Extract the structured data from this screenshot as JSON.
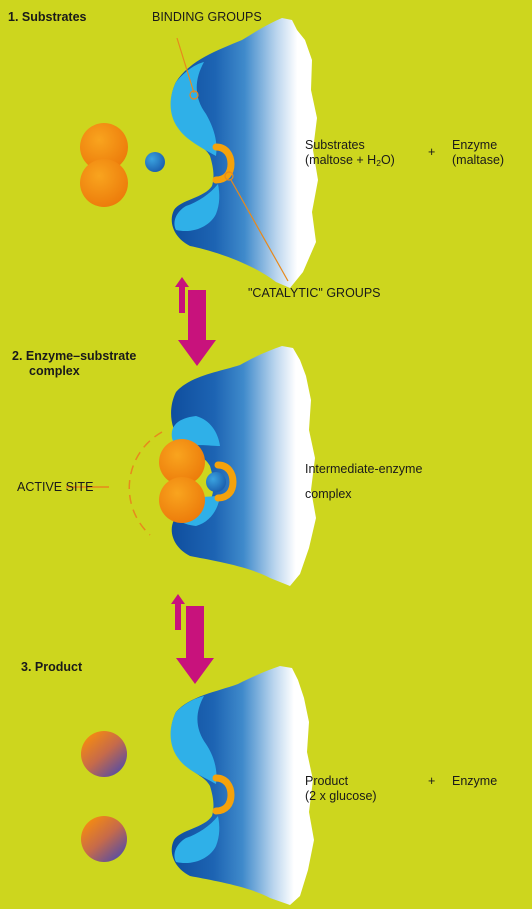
{
  "colors": {
    "background": "#cdd61e",
    "enzyme_blue": "#1d64b3",
    "pocket_cyan": "#2fb0e8",
    "substrate_orange": "#f28a0e",
    "catalytic_orange": "#f5a20b",
    "arrow_magenta": "#c8127c",
    "leader_orange": "#e7891c",
    "product_purple": "#6a58a0"
  },
  "step1": {
    "title": "1. Substrates",
    "binding_label": "BINDING GROUPS",
    "catalytic_label": "\"CATALYTIC\" GROUPS",
    "substrates_line1": "Substrates",
    "substrates_line2_pre": "(maltose + H",
    "substrates_sub": "2",
    "substrates_line2_post": "O)",
    "plus": "+",
    "enzyme_line1": "Enzyme",
    "enzyme_line2": "(maltase)"
  },
  "step2": {
    "title_line1": "2. Enzyme–substrate",
    "title_line2": "complex",
    "active_site_label": "ACTIVE SITE",
    "complex_line1": "Intermediate-enzyme",
    "complex_line2": "complex"
  },
  "step3": {
    "title": "3. Product",
    "product_line1": "Product",
    "product_line2": "(2 x glucose)",
    "plus": "+",
    "enzyme": "Enzyme"
  }
}
